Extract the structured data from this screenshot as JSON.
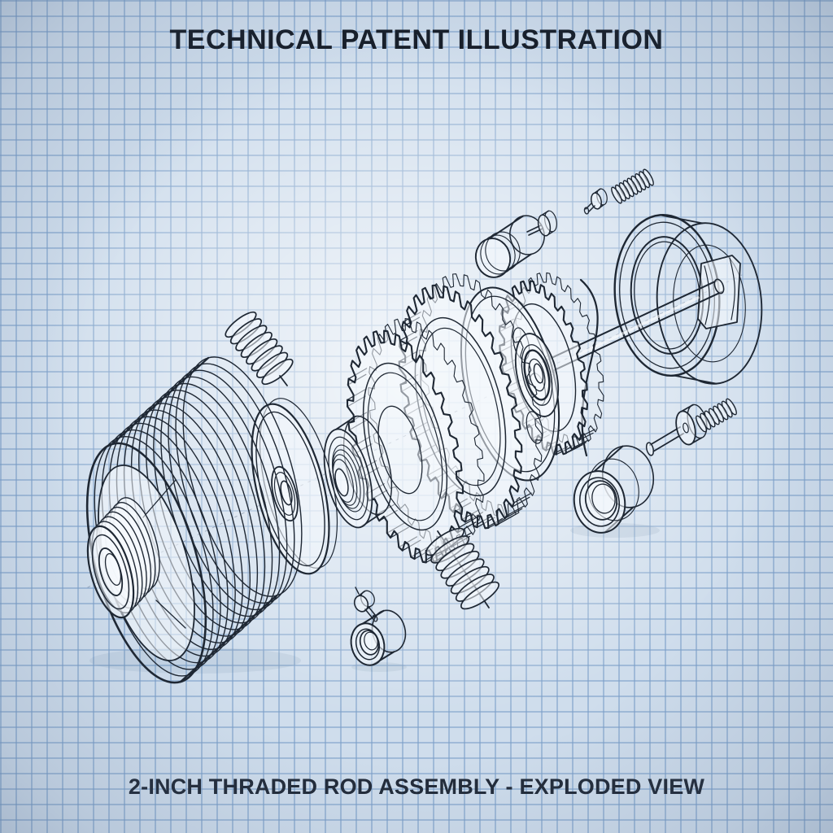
{
  "header": {
    "title": "TECHNICAL PATENT ILLUSTRATION"
  },
  "footer": {
    "caption": "2-INCH THRADED ROD ASSEMBLY - EXPLODED VIEW"
  },
  "figure": {
    "style": "patent line-art on blue graph paper",
    "view": "exploded isometric assembly",
    "parts": [
      {
        "id": "threaded-drum",
        "label": "large threaded drum housing with bored boss"
      },
      {
        "id": "end-plate-disc",
        "label": "end plate disc with center hub"
      },
      {
        "id": "threaded-hub",
        "label": "internally threaded hub"
      },
      {
        "id": "gear-front-large",
        "label": "large spur gear (front)"
      },
      {
        "id": "gear-middle",
        "label": "large spur gear (middle)"
      },
      {
        "id": "carrier-plate",
        "label": "carrier plate with cutouts"
      },
      {
        "id": "gear-rear",
        "label": "rear spur gear"
      },
      {
        "id": "ball-bearing",
        "label": "ball bearing hub"
      },
      {
        "id": "drive-shaft",
        "label": "drive shaft"
      },
      {
        "id": "ring-housing",
        "label": "ring housing with inner keyway pad"
      },
      {
        "id": "guide-arc",
        "label": "curved guide line across shaft"
      },
      {
        "id": "coil-spring-left",
        "label": "coil spring with pin (upper left)"
      },
      {
        "id": "coil-spring-bottom",
        "label": "coil spring on pin (bottom center)"
      },
      {
        "id": "coil-spring-upper",
        "label": "small coil spring (top right)"
      },
      {
        "id": "coil-spring-right",
        "label": "small coil spring (right)"
      },
      {
        "id": "piston-plunger",
        "label": "piston plunger with stem cap"
      },
      {
        "id": "set-screw",
        "label": "small set screw pin (top)"
      },
      {
        "id": "shoulder-bolt",
        "label": "shoulder bolt pin (right)"
      },
      {
        "id": "sleeve-bushing",
        "label": "sleeve bushing (right)"
      },
      {
        "id": "jam-screw",
        "label": "tiny jam screw (bottom)"
      },
      {
        "id": "roller-bushing",
        "label": "small roller bushing (bottom)"
      }
    ]
  },
  "colors": {
    "paper": "#cfddec",
    "grid_line": "#7a9ec8",
    "ink": "#1e2733",
    "title_ink": "#161d28",
    "caption_ink": "#222b39",
    "highlight": "#ffffff"
  }
}
